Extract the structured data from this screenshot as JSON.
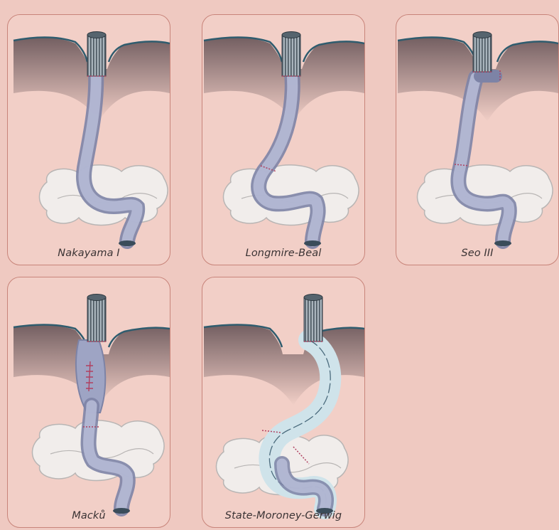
{
  "panels": [
    {
      "label": "Nakayama I"
    },
    {
      "label": "Longmire-Beal"
    },
    {
      "label": "Seo III"
    },
    {
      "label": "Macků"
    },
    {
      "label": "State-Moroney-Gerwig"
    }
  ]
}
